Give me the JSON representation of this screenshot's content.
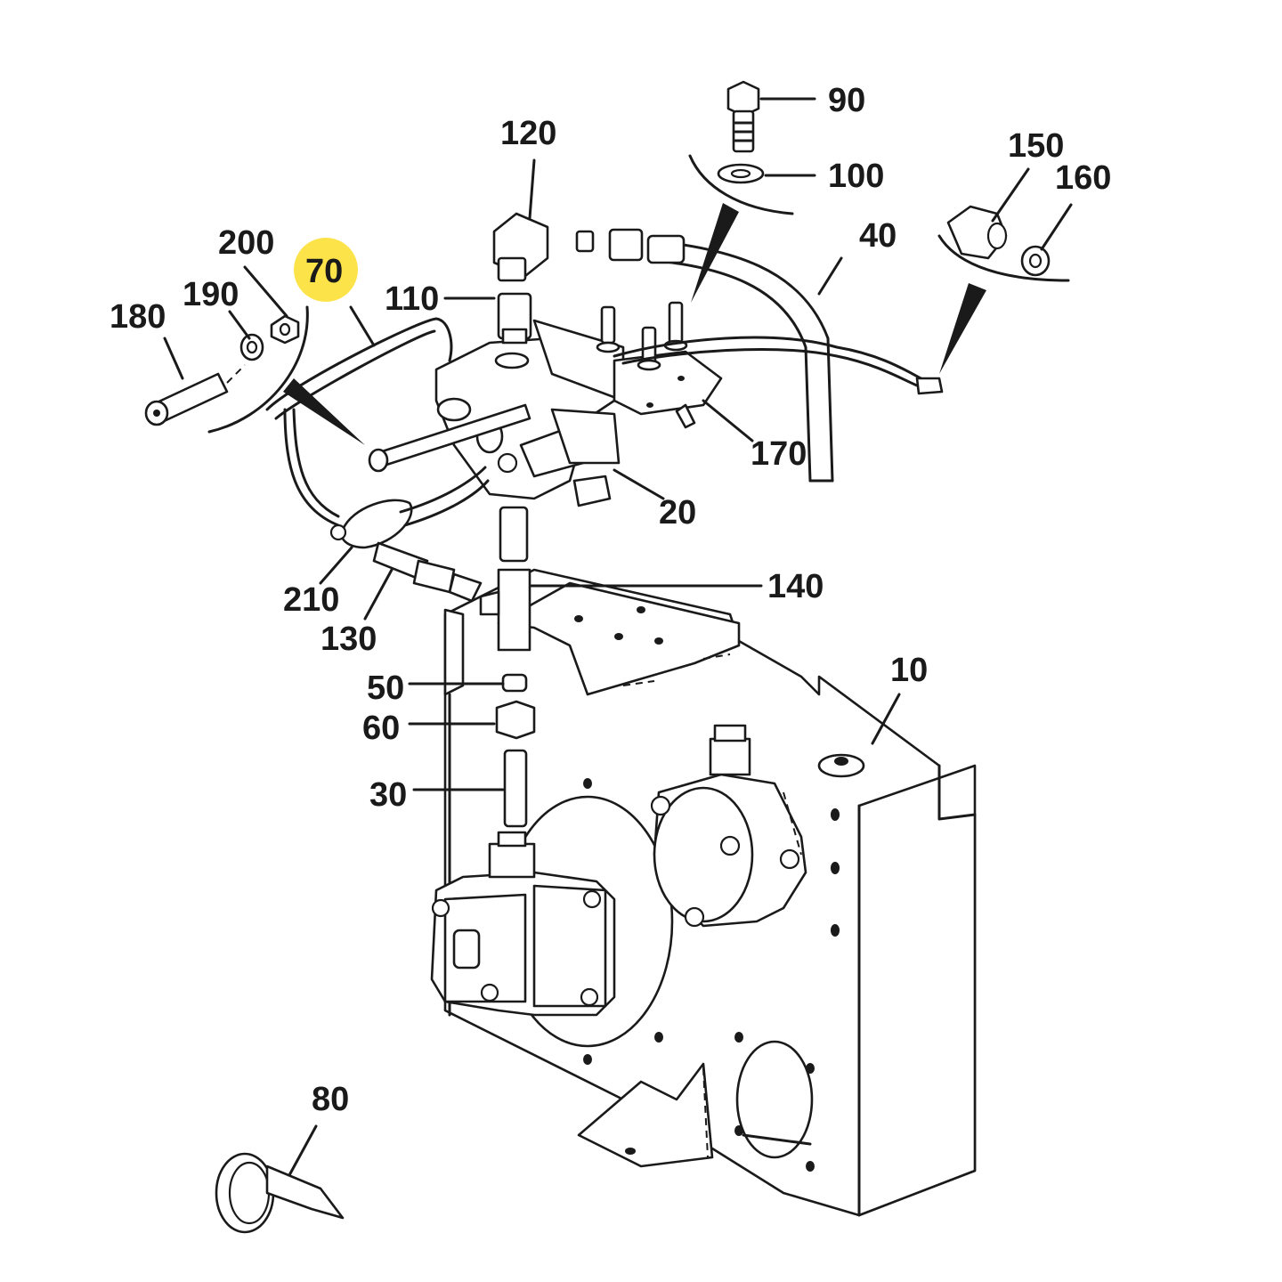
{
  "diagram": {
    "callouts": {
      "p10": "10",
      "p20": "20",
      "p30": "30",
      "p40": "40",
      "p50": "50",
      "p60": "60",
      "p70": "70",
      "p80": "80",
      "p90": "90",
      "p100": "100",
      "p110": "110",
      "p120": "120",
      "p130": "130",
      "p140": "140",
      "p150": "150",
      "p160": "160",
      "p170": "170",
      "p180": "180",
      "p190": "190",
      "p200": "200",
      "p210": "210"
    },
    "highlight_color": "#fde34a",
    "highlighted_callout": "70"
  }
}
